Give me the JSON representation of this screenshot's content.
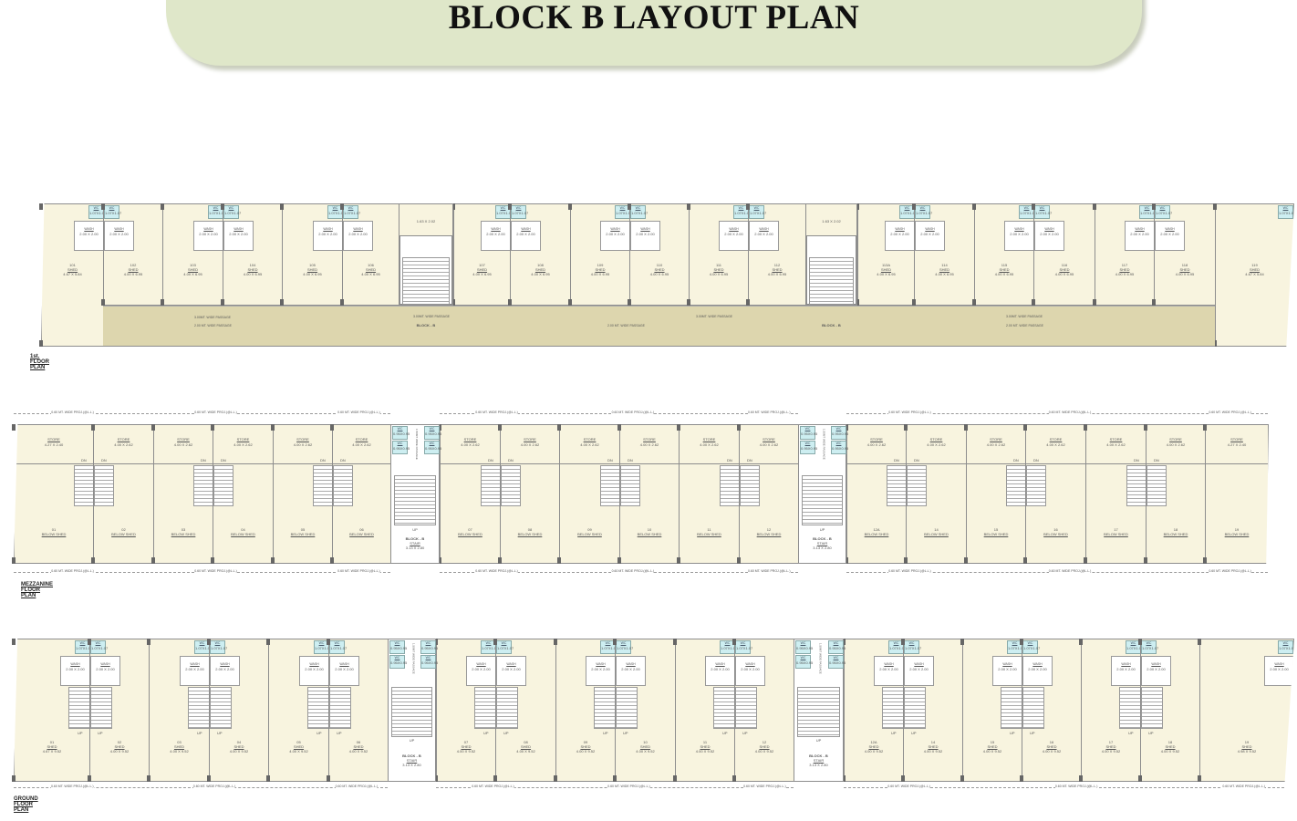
{
  "title": "BLOCK B LAYOUT PLAN",
  "labels": {
    "shed": "SHED",
    "store": "STORE",
    "below_shed": "BELOW SHED",
    "wc": "WC",
    "wash": "WASH",
    "up": "UP",
    "dn": "DN",
    "block": "BLOCK - B",
    "stair": "STAIR",
    "stair_dim": "3.13 X 2.80",
    "lobby_dim": "1.63 X 2.02",
    "core_wc_dim": "0.95X0.95",
    "wc_dim": "1.07X1.07",
    "wash_dim": "2.00 X 2.00",
    "passage_3": "3.00MT. WIDE PASSAGE",
    "passage_2": "2.00 MT. WIDE PASSAGE",
    "proj": "0.60 MT. WIDE PROJ.(@L.L.)",
    "passage_core": "1.50MT WIDE PASSAGE"
  },
  "floors": [
    {
      "title": "1st. FLOOR PLAN",
      "units": [
        {
          "no": "101",
          "dim": "4.67 X 5.84"
        },
        {
          "no": "102",
          "dim": "4.00 X 6.95"
        },
        {
          "no": "103",
          "dim": "4.00 X 6.95"
        },
        {
          "no": "104",
          "dim": "4.00 X 6.95"
        },
        {
          "no": "105",
          "dim": "4.00 X 6.95"
        },
        {
          "no": "106",
          "dim": "4.00 X 6.95"
        },
        {
          "no": "107",
          "dim": "4.00 X 6.95"
        },
        {
          "no": "108",
          "dim": "4.00 X 6.95"
        },
        {
          "no": "109",
          "dim": "4.00 X 6.95"
        },
        {
          "no": "110",
          "dim": "4.00 X 6.95"
        },
        {
          "no": "111",
          "dim": "4.00 X 6.95"
        },
        {
          "no": "112",
          "dim": "4.00 X 6.95"
        },
        {
          "no": "113A",
          "dim": "4.00 X 6.95"
        },
        {
          "no": "114",
          "dim": "4.00 X 6.95"
        },
        {
          "no": "115",
          "dim": "4.00 X 6.95"
        },
        {
          "no": "116",
          "dim": "4.00 X 6.95"
        },
        {
          "no": "117",
          "dim": "4.00 X 6.95"
        },
        {
          "no": "118",
          "dim": "4.00 X 6.95"
        },
        {
          "no": "119",
          "dim": "4.67 X 5.84"
        }
      ]
    },
    {
      "title": "MEZZANINE FLOOR PLAN",
      "units": [
        {
          "no": "01",
          "dim": "4.27 X 2.40"
        },
        {
          "no": "02",
          "dim": "4.00 X 2.62"
        },
        {
          "no": "03",
          "dim": "4.00 X 2.62"
        },
        {
          "no": "04",
          "dim": "4.00 X 2.62"
        },
        {
          "no": "05",
          "dim": "4.00 X 2.62"
        },
        {
          "no": "06",
          "dim": "4.00 X 2.62"
        },
        {
          "no": "07",
          "dim": "4.00 X 2.62"
        },
        {
          "no": "08",
          "dim": "4.00 X 2.62"
        },
        {
          "no": "09",
          "dim": "4.00 X 2.62"
        },
        {
          "no": "10",
          "dim": "4.00 X 2.62"
        },
        {
          "no": "11",
          "dim": "4.00 X 2.62"
        },
        {
          "no": "12",
          "dim": "4.00 X 2.62"
        },
        {
          "no": "12A",
          "dim": "4.00 X 2.62"
        },
        {
          "no": "14",
          "dim": "4.00 X 2.62"
        },
        {
          "no": "15",
          "dim": "4.00 X 2.62"
        },
        {
          "no": "16",
          "dim": "4.00 X 2.62"
        },
        {
          "no": "17",
          "dim": "4.00 X 2.62"
        },
        {
          "no": "18",
          "dim": "4.00 X 2.62"
        },
        {
          "no": "19",
          "dim": "4.27 X 2.40"
        }
      ]
    },
    {
      "title": "GROUND FLOOR PLAN",
      "units": [
        {
          "no": "01",
          "dim": "4.67 X 9.52"
        },
        {
          "no": "02",
          "dim": "4.00 X 9.52"
        },
        {
          "no": "03",
          "dim": "4.00 X 9.52"
        },
        {
          "no": "04",
          "dim": "4.00 X 9.52"
        },
        {
          "no": "05",
          "dim": "4.00 X 9.52"
        },
        {
          "no": "06",
          "dim": "4.00 X 9.52"
        },
        {
          "no": "07",
          "dim": "4.00 X 9.52"
        },
        {
          "no": "08",
          "dim": "4.00 X 9.52"
        },
        {
          "no": "09",
          "dim": "4.00 X 9.52"
        },
        {
          "no": "10",
          "dim": "4.00 X 9.52"
        },
        {
          "no": "11",
          "dim": "4.00 X 9.52"
        },
        {
          "no": "12",
          "dim": "4.00 X 9.52"
        },
        {
          "no": "12A",
          "dim": "4.00 X 9.52"
        },
        {
          "no": "14",
          "dim": "4.00 X 9.52"
        },
        {
          "no": "15",
          "dim": "4.00 X 9.52"
        },
        {
          "no": "16",
          "dim": "4.00 X 9.52"
        },
        {
          "no": "17",
          "dim": "4.00 X 9.52"
        },
        {
          "no": "18",
          "dim": "4.00 X 9.52"
        },
        {
          "no": "19",
          "dim": "4.98 X 9.52"
        }
      ]
    }
  ]
}
